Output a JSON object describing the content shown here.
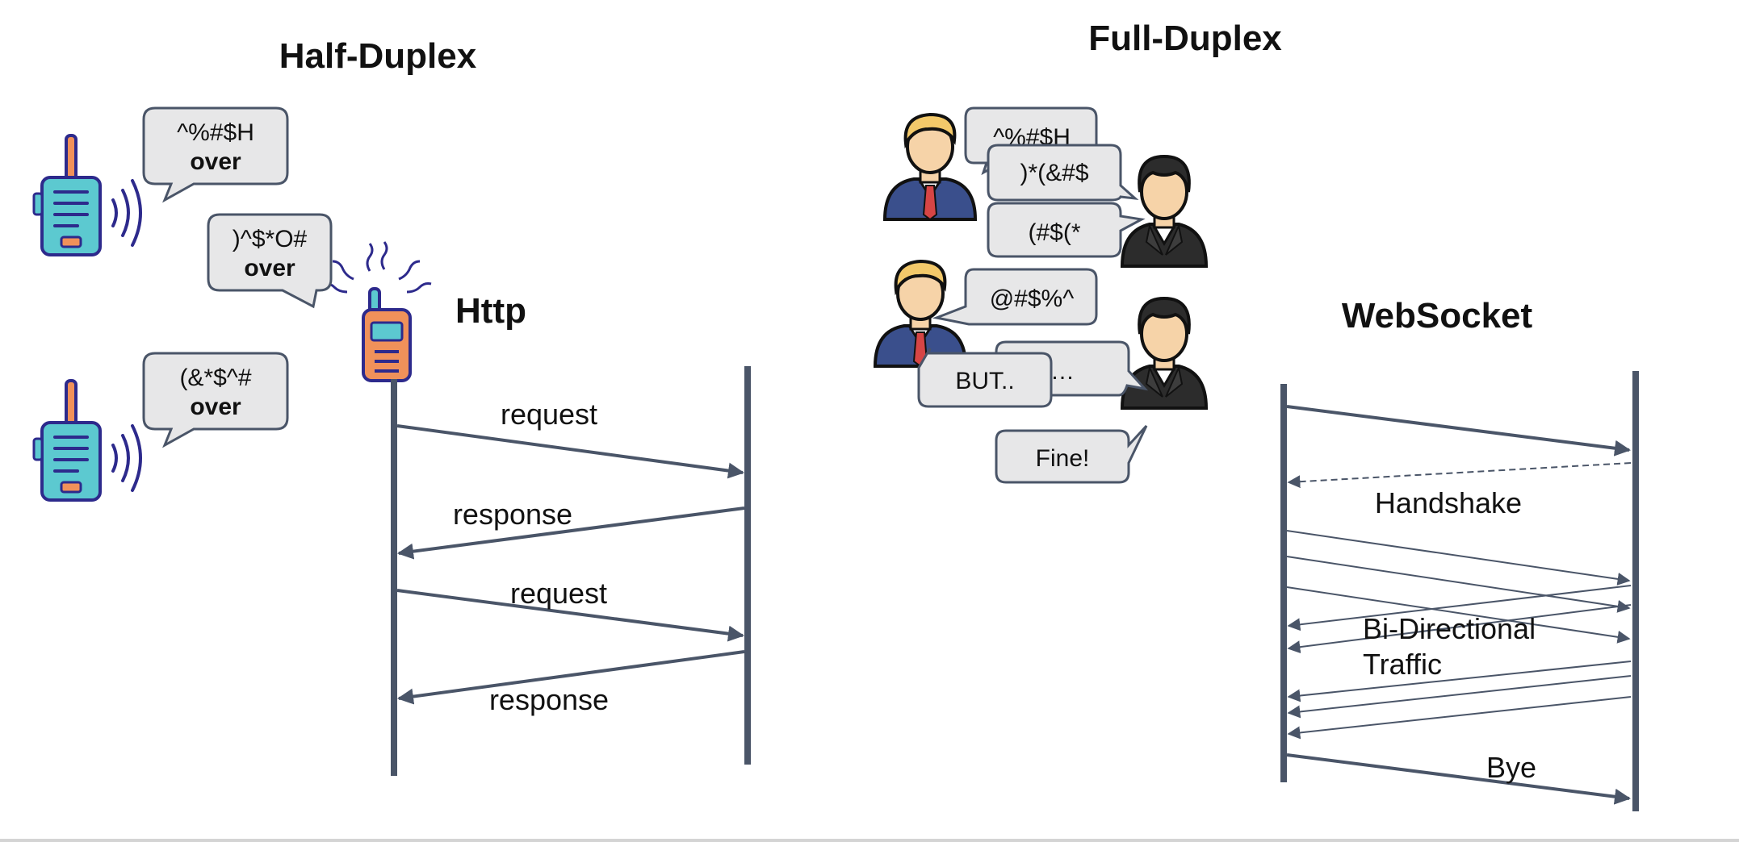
{
  "titles": {
    "half_duplex": "Half-Duplex",
    "full_duplex": "Full-Duplex",
    "http": "Http",
    "websocket": "WebSocket"
  },
  "half_duplex_bubbles": [
    {
      "line1": "^%#$H",
      "line2": "over"
    },
    {
      "line1": ")^$*O#",
      "line2": "over"
    },
    {
      "line1": "(&*$^#",
      "line2": "over"
    }
  ],
  "full_duplex_bubbles": {
    "b1": "^%#$H",
    "b2": ")*(&#$",
    "b3": "(#$(*",
    "b4": "@#$%^",
    "b5": "…",
    "b6": "BUT..",
    "b7": "Fine!"
  },
  "http_messages": [
    "request",
    "response",
    "request",
    "response"
  ],
  "websocket_labels": {
    "handshake": "Handshake",
    "bidirectional_line1": "Bi-Directional",
    "bidirectional_line2": "Traffic",
    "bye": "Bye"
  },
  "colors": {
    "line": "#4a5568",
    "radio_teal": "#5cc9d0",
    "radio_orange": "#f0915a",
    "radio_outline": "#2d2a8c",
    "suit_blue": "#3a4f8c",
    "suit_dark": "#2c2c2c",
    "hair_blond": "#f3c96a",
    "skin": "#f6d3a8",
    "tie_red": "#d64545"
  }
}
